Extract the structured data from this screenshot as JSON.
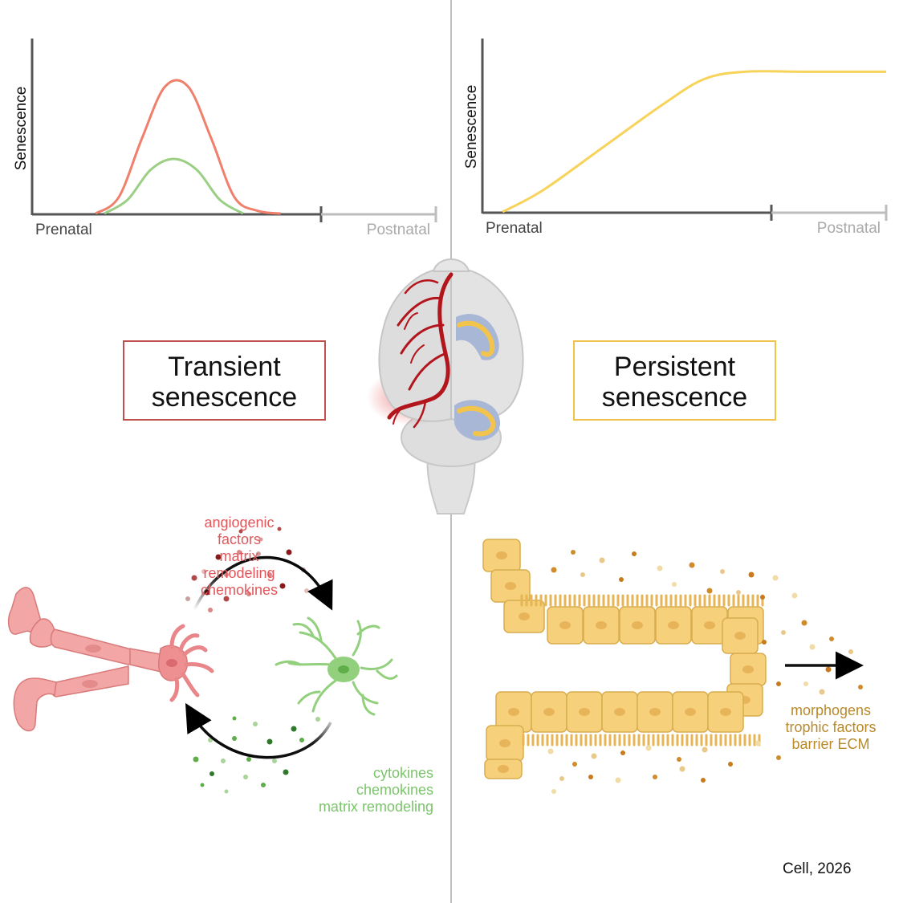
{
  "chart_data": [
    {
      "type": "line",
      "title": "",
      "ylabel": "Senescence",
      "x_segments": [
        "Prenatal",
        "Postnatal"
      ],
      "series": [
        {
          "color": "#f07f6c",
          "x": [
            0.22,
            0.3,
            0.38,
            0.46,
            0.54,
            0.62,
            0.7,
            0.78,
            0.86
          ],
          "y": [
            0.0,
            0.12,
            0.55,
            0.93,
            0.93,
            0.55,
            0.12,
            0.02,
            0.0
          ]
        },
        {
          "color": "#9ccf86",
          "x": [
            0.25,
            0.33,
            0.41,
            0.49,
            0.57,
            0.65,
            0.73
          ],
          "y": [
            0.0,
            0.1,
            0.32,
            0.4,
            0.32,
            0.1,
            0.0
          ]
        }
      ]
    },
    {
      "type": "line",
      "title": "",
      "ylabel": "Senescence",
      "x_segments": [
        "Prenatal",
        "Postnatal"
      ],
      "series": [
        {
          "color": "#f7d35a",
          "x": [
            0.05,
            0.15,
            0.3,
            0.45,
            0.55,
            0.65,
            0.8,
            1.0
          ],
          "y": [
            0.0,
            0.15,
            0.45,
            0.75,
            0.92,
            0.97,
            0.97,
            0.97
          ]
        }
      ]
    }
  ],
  "panels": {
    "left_title": [
      "Transient",
      "senescence"
    ],
    "right_title": [
      "Persistent",
      "senescence"
    ]
  },
  "labels": {
    "red": [
      "angiogenic factors",
      "matrix remodeling",
      "chemokines"
    ],
    "green": [
      "cytokines",
      "chemokines",
      "matrix remodeling"
    ],
    "gold": [
      "morphogens",
      "trophic factors",
      "barrier ECM"
    ]
  },
  "credit": "Cell, 2026",
  "colors": {
    "transient": "#c0504d",
    "persistent": "#f0c24b",
    "axis": "#555555",
    "postnatal_axis": "#bdbdbd",
    "vessel_cell": "#f2a6a6",
    "neuron": "#93d07d",
    "epithelium": "#f6d07a",
    "divider": "#bfbfbf"
  }
}
